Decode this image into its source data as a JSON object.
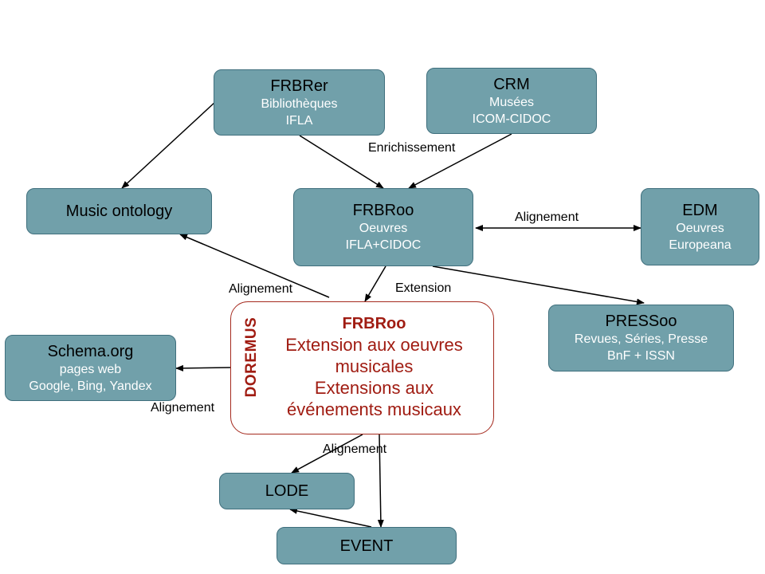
{
  "nodes": {
    "frbrer": {
      "title": "FRBRer",
      "lines": [
        "Bibliothèques",
        "IFLA"
      ]
    },
    "crm": {
      "title": "CRM",
      "lines": [
        "Musées",
        "ICOM-CIDOC"
      ]
    },
    "music_ontology": {
      "title": "Music ontology"
    },
    "frbroo": {
      "title": "FRBRoo",
      "lines": [
        "Oeuvres",
        "IFLA+CIDOC"
      ]
    },
    "edm": {
      "title": "EDM",
      "lines": [
        "Oeuvres",
        "Europeana"
      ]
    },
    "schema_org": {
      "title": "Schema.org",
      "lines": [
        "pages web",
        "Google, Bing, Yandex"
      ]
    },
    "pressoo": {
      "title": "PRESSoo",
      "lines": [
        "Revues, Séries, Presse",
        "BnF +  ISSN"
      ]
    },
    "lode": {
      "title": "LODE"
    },
    "event": {
      "title": "EVENT"
    }
  },
  "doremus": {
    "label": "DOREMUS",
    "title": "FRBRoo",
    "lines": [
      "Extension aux oeuvres",
      "musicales",
      "Extensions aux",
      "événements musicaux"
    ]
  },
  "edges": {
    "enrichissement": "Enrichissement",
    "alignement_edm": "Alignement",
    "alignement_music": "Alignement",
    "extension": "Extension",
    "alignement_schema": "Alignement",
    "alignement_lode": "Alignement"
  },
  "colors": {
    "node_fill": "#71a0aa",
    "node_border": "#3f6f7d",
    "doremus_accent": "#a01c12"
  }
}
